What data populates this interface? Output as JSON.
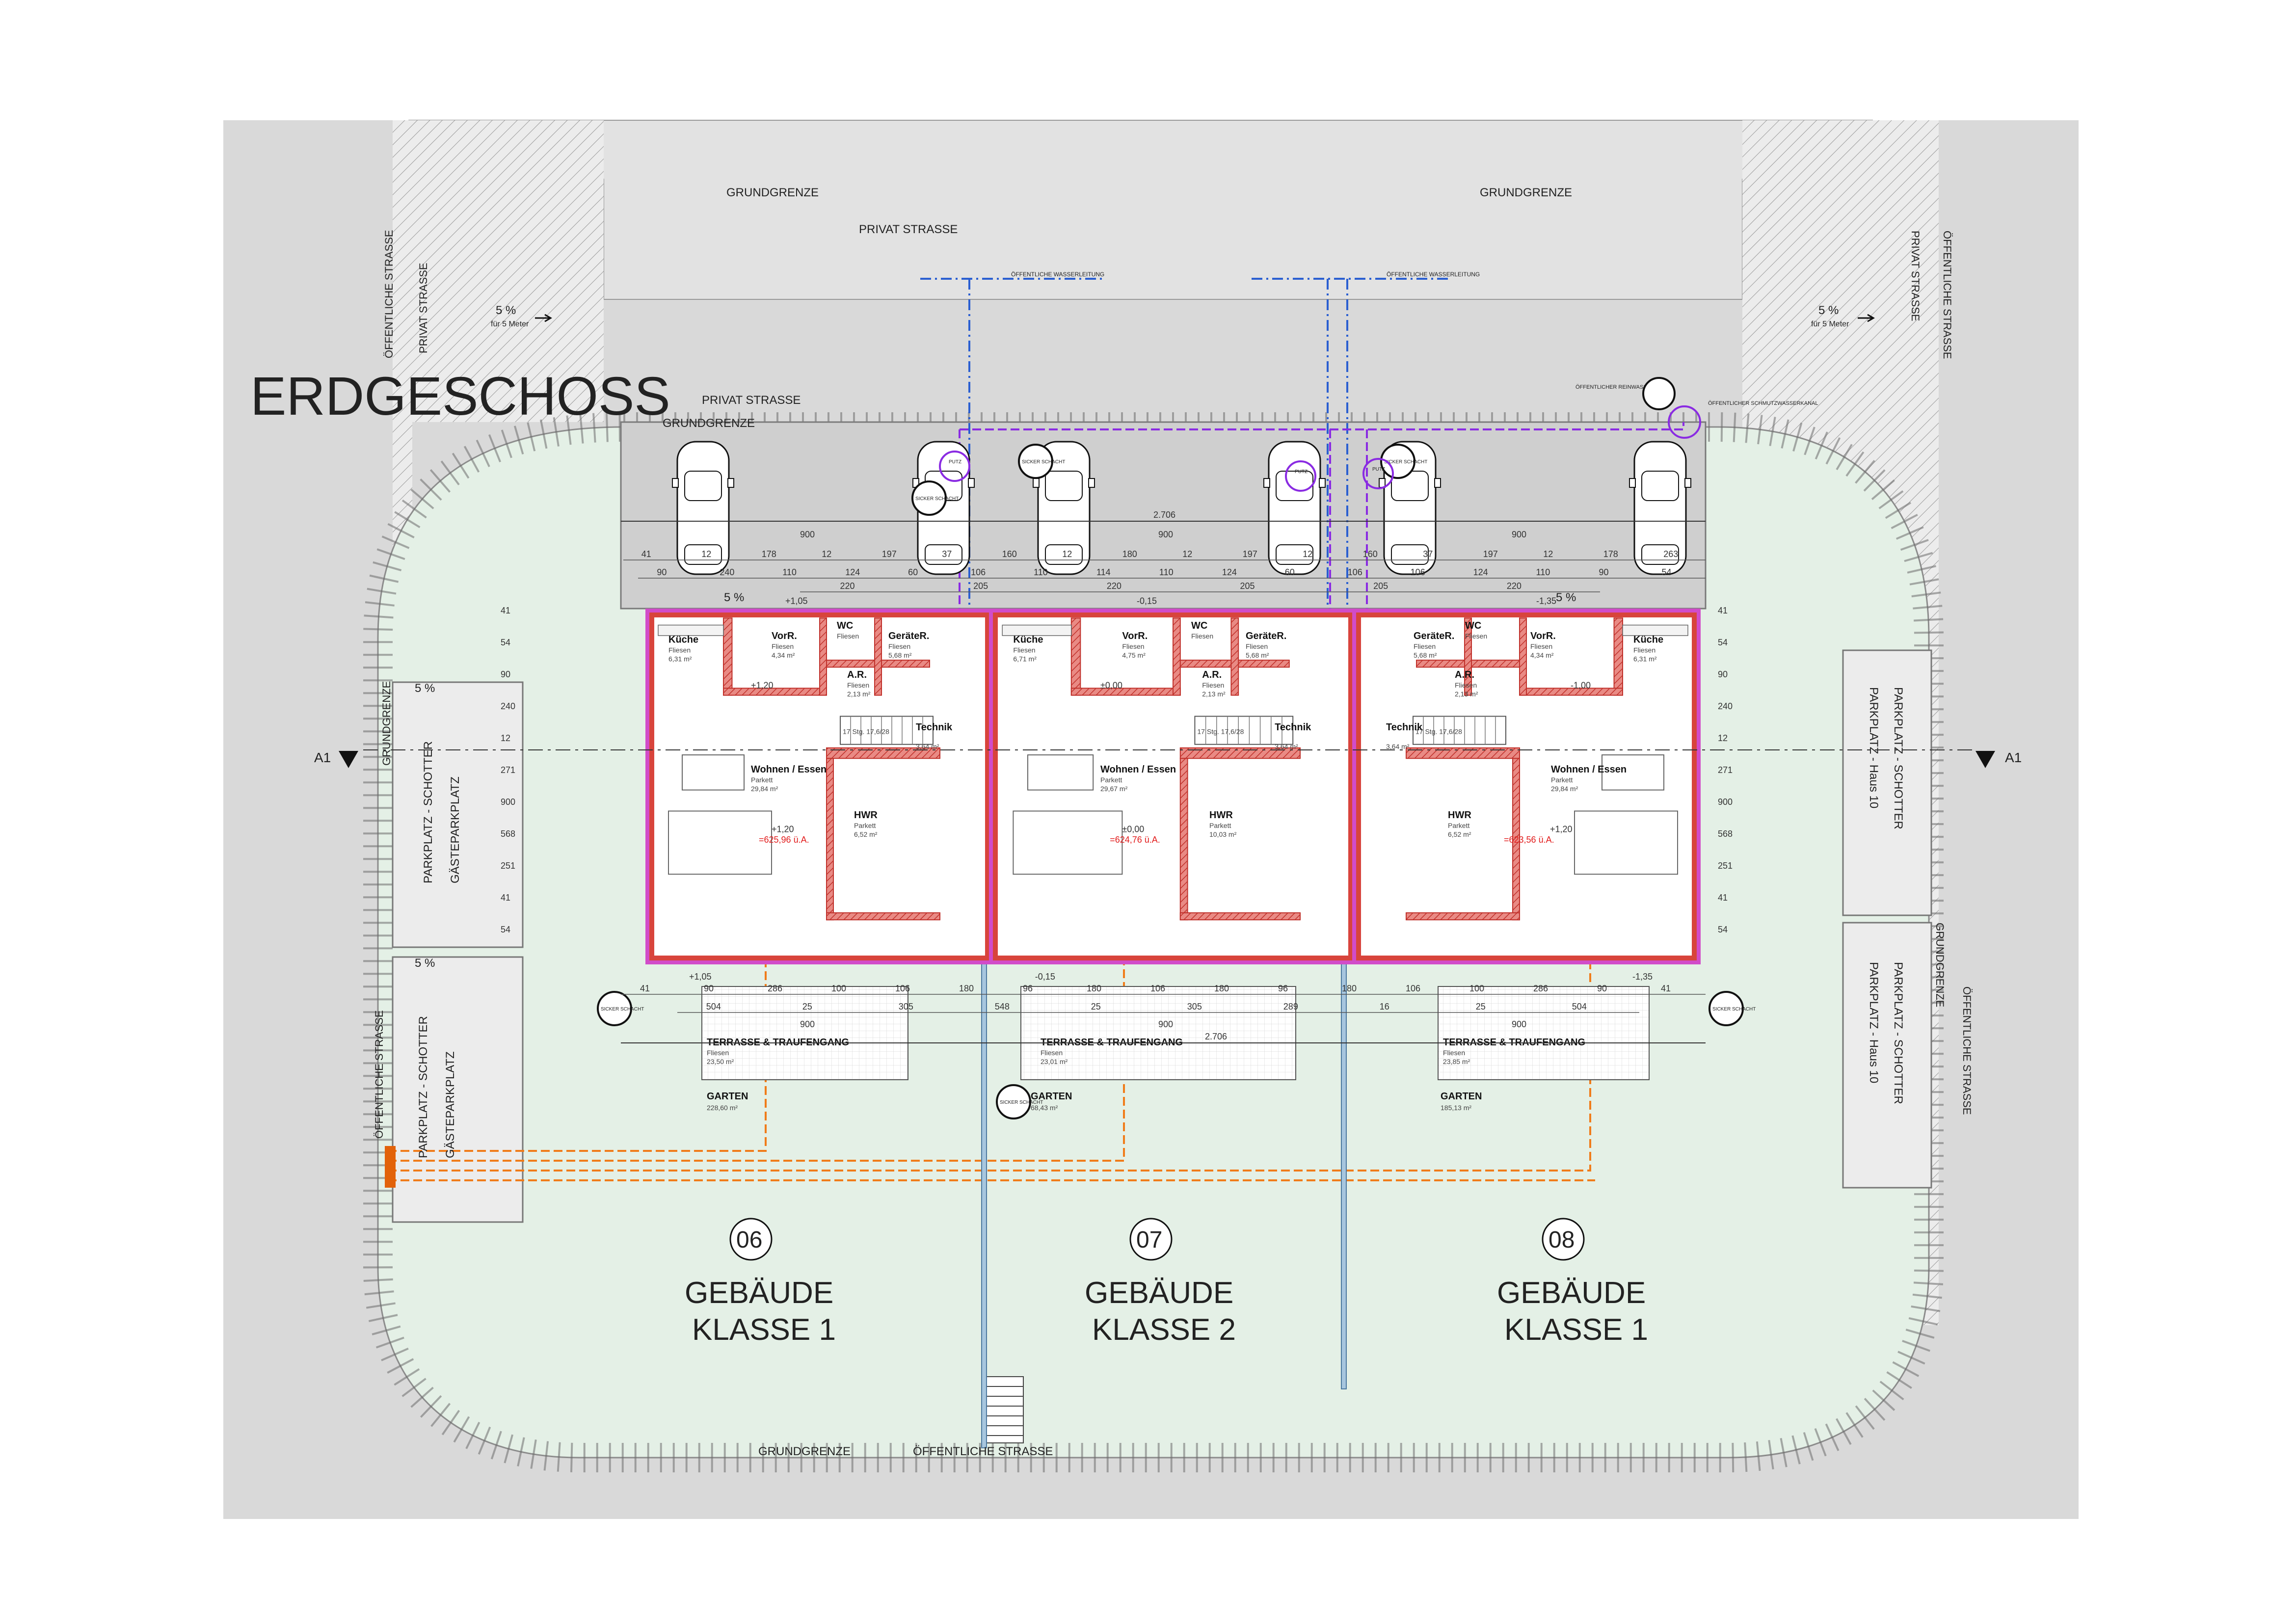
{
  "title": "ERDGESCHOSS",
  "streets": {
    "grundgrenze": "GRUNDGRENZE",
    "privat_strasse": "PRIVAT STRASSE",
    "oeffentliche_strasse": "ÖFFENTLICHE STRASSE",
    "slope": "5 %",
    "slope_note": "für 5 Meter",
    "water_main": "ÖFFENTLICHE WASSERLEITUNG",
    "rain_channel": "ÖFFENTLICHER REINWASSERKANAL",
    "sewer_channel": "ÖFFENTLICHER SCHMUTZWASSERKANAL"
  },
  "parking": {
    "left": "PARKPLATZ - SCHOTTER",
    "left_guest": "GÄSTEPARKPLATZ",
    "right": "PARKPLATZ - Haus 10",
    "right_gravel": "PARKPLATZ - SCHOTTER"
  },
  "section_marker": "A1",
  "dimensions": {
    "total_width": "2.706",
    "unit_width": "900",
    "row_a": [
      "41",
      "12",
      "178",
      "12",
      "197",
      "37",
      "160",
      "12",
      "180",
      "12",
      "197",
      "12",
      "160",
      "37",
      "197",
      "12",
      "178",
      "263"
    ],
    "row_b": [
      "90",
      "240",
      "110",
      "124",
      "60",
      "106",
      "110",
      "114",
      "110",
      "124",
      "60",
      "106",
      "106",
      "124",
      "110",
      "90",
      "54"
    ],
    "row_c": [
      "220",
      "205",
      "220",
      "205",
      "205",
      "220"
    ],
    "bottom_a": [
      "41",
      "90",
      "286",
      "100",
      "106",
      "180",
      "96",
      "180",
      "106",
      "180",
      "96",
      "180",
      "106",
      "100",
      "286",
      "90",
      "41"
    ],
    "bottom_b": [
      "504",
      "25",
      "305",
      "548",
      "25",
      "305",
      "289",
      "16",
      "25",
      "504"
    ],
    "side": [
      "41",
      "54",
      "90",
      "240",
      "12",
      "271",
      "900",
      "568",
      "251",
      "41",
      "54"
    ]
  },
  "units": [
    {
      "number": "06",
      "classification": [
        "GEBÄUDE",
        "KLASSE 1"
      ],
      "rooms": [
        {
          "name": "Küche",
          "floor": "Fliesen",
          "area": "6,31 m²"
        },
        {
          "name": "VorR.",
          "floor": "Fliesen",
          "area": "4,34 m²"
        },
        {
          "name": "WC",
          "floor": "Fliesen",
          "area": ""
        },
        {
          "name": "GeräteR.",
          "floor": "Fliesen",
          "area": "5,68 m²"
        },
        {
          "name": "A.R.",
          "floor": "Fliesen",
          "area": "2,13 m²"
        },
        {
          "name": "Technik",
          "floor": "",
          "area": "3,64 m²"
        },
        {
          "name": "Wohnen / Essen",
          "floor": "Parkett",
          "area": "29,84 m²"
        },
        {
          "name": "HWR",
          "floor": "Parkett",
          "area": "6,52 m²"
        }
      ],
      "terrace": {
        "name": "TERRASSE & TRAUFENGANG",
        "floor": "Fliesen",
        "area": "23,50 m²"
      },
      "garden": {
        "name": "GARTEN",
        "area": "228,60 m²"
      },
      "levels": [
        "+1,05",
        "+1,20",
        "+1,20",
        "+1,05"
      ],
      "absolute": "=625,96 ü.A.",
      "stairs": "17 Stg. 17,6/28"
    },
    {
      "number": "07",
      "classification": [
        "GEBÄUDE",
        "KLASSE 2"
      ],
      "rooms": [
        {
          "name": "Küche",
          "floor": "Fliesen",
          "area": "6,71 m²"
        },
        {
          "name": "VorR.",
          "floor": "Fliesen",
          "area": "4,75 m²"
        },
        {
          "name": "WC",
          "floor": "Fliesen",
          "area": ""
        },
        {
          "name": "GeräteR.",
          "floor": "Fliesen",
          "area": "5,68 m²"
        },
        {
          "name": "A.R.",
          "floor": "Fliesen",
          "area": "2,13 m²"
        },
        {
          "name": "Technik",
          "floor": "",
          "area": "3,64 m²"
        },
        {
          "name": "Wohnen / Essen",
          "floor": "Parkett",
          "area": "29,67 m²"
        },
        {
          "name": "HWR",
          "floor": "Parkett",
          "area": "10,03 m²"
        }
      ],
      "terrace": {
        "name": "TERRASSE & TRAUFENGANG",
        "floor": "Fliesen",
        "area": "23,01 m²"
      },
      "garden": {
        "name": "GARTEN",
        "area": "68,43 m²"
      },
      "levels": [
        "-0,15",
        "±0,00",
        "±0,00",
        "-0,15"
      ],
      "absolute": "=624,76 ü.A.",
      "stairs": "17 Stg. 17,6/28"
    },
    {
      "number": "08",
      "classification": [
        "GEBÄUDE",
        "KLASSE 1"
      ],
      "rooms": [
        {
          "name": "Küche",
          "floor": "Fliesen",
          "area": "6,31 m²"
        },
        {
          "name": "VorR.",
          "floor": "Fliesen",
          "area": "4,34 m²"
        },
        {
          "name": "WC",
          "floor": "Fliesen",
          "area": ""
        },
        {
          "name": "GeräteR.",
          "floor": "Fliesen",
          "area": "5,68 m²"
        },
        {
          "name": "A.R.",
          "floor": "Fliesen",
          "area": "2,13 m²"
        },
        {
          "name": "Technik",
          "floor": "",
          "area": "3,64 m²"
        },
        {
          "name": "Wohnen / Essen",
          "floor": "Parkett",
          "area": "29,84 m²"
        },
        {
          "name": "HWR",
          "floor": "Parkett",
          "area": "6,52 m²"
        }
      ],
      "terrace": {
        "name": "TERRASSE & TRAUFENGANG",
        "floor": "Fliesen",
        "area": "23,85 m²"
      },
      "garden": {
        "name": "GARTEN",
        "area": "185,13 m²"
      },
      "levels": [
        "-1,35",
        "-1,00",
        "+1,20",
        "-1,35"
      ],
      "absolute": "=623,56 ü.A.",
      "stairs": "17 Stg. 17,6/28"
    }
  ],
  "shaft_label": "SICKER SCHACHT",
  "putz_label": "PUTZ",
  "colors": {
    "site_bg": "#d9d9d9",
    "garden": "#e4f0e6",
    "paved": "#d0d0d0",
    "wall_red": "#d8443c",
    "insulation_pink": "#d14cc9",
    "water_blue": "#2b5fd1",
    "sewer_purple": "#8a2be2",
    "drain_orange": "#f07c1a"
  }
}
